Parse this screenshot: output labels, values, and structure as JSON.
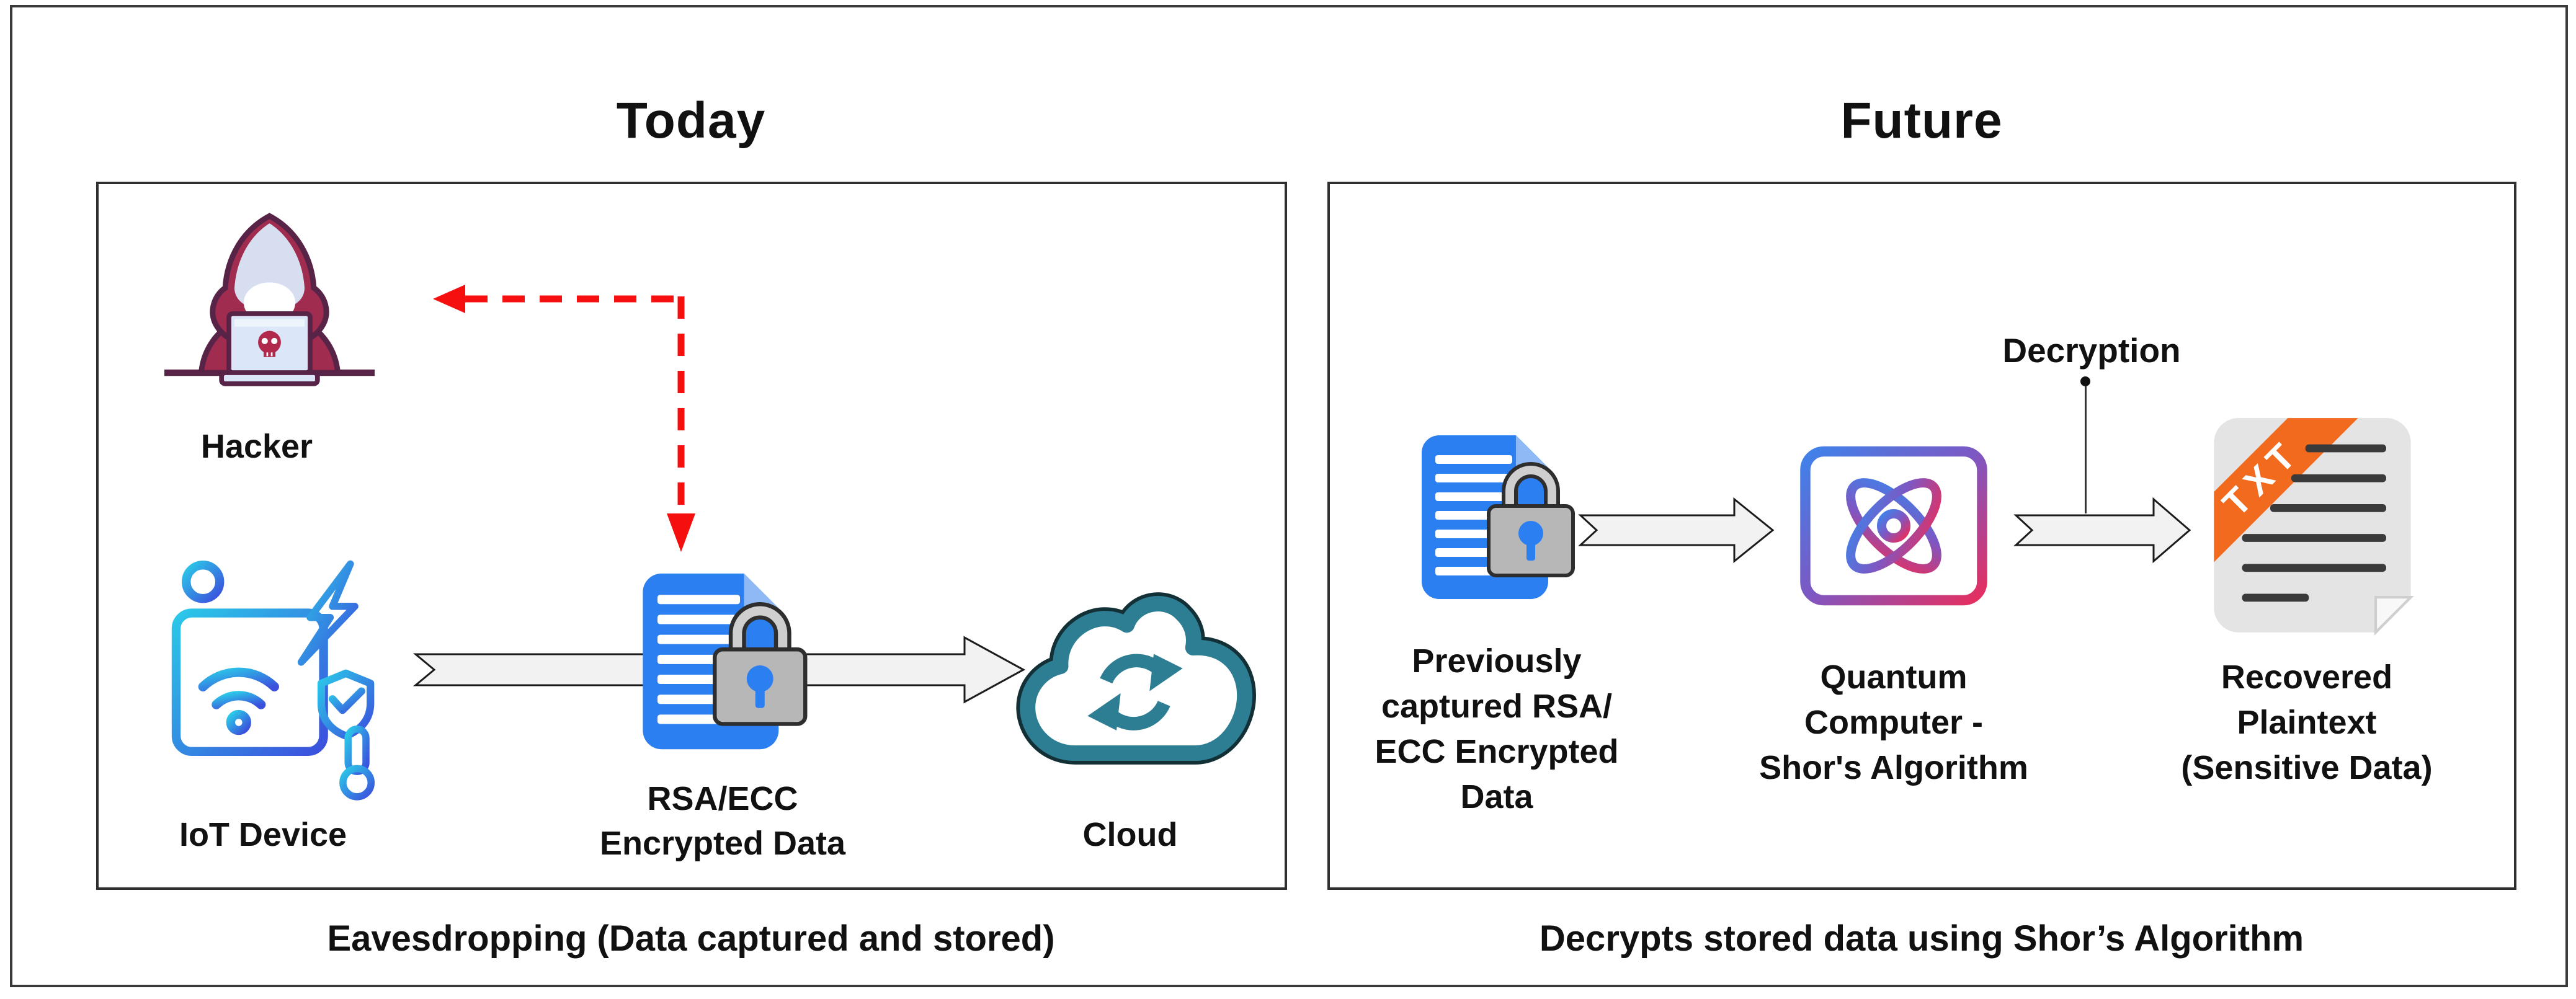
{
  "colors": {
    "background": "#ffffff",
    "frame_border": "#3a3a3a",
    "panel_border": "#2f2f2f",
    "text": "#111111",
    "red_arrow": "#f50f0f",
    "doc_blue": "#2b7ff0",
    "doc_fold_blue": "#8fb9f5",
    "lock_body_gray": "#b7b7b7",
    "lock_shackle_gray": "#cfcfcf",
    "cloud_teal": "#2d7e93",
    "iot_gradient_start": "#2bc8e8",
    "iot_gradient_end": "#3b50dd",
    "quantum_gradient_start": "#3f82ea",
    "quantum_gradient_mid": "#7e57c2",
    "quantum_gradient_end": "#e72e5e",
    "ribbon_orange": "#f26a1e",
    "hacker_crimson": "#a02c50",
    "hacker_outline": "#572447",
    "laptop_screen_blue": "#dbe7f8",
    "block_arrow_fill": "#f2f2f2",
    "plain_doc_gray": "#e4e4e4",
    "doc_text_line_dark": "#3a3a3a"
  },
  "left_panel": {
    "title": "Today",
    "caption": "Eavesdropping (Data captured and stored)",
    "hacker_label": "Hacker",
    "iot_label": "IoT Device",
    "encrypted_data_label_line1": "RSA/ECC",
    "encrypted_data_label_line2": "Encrypted Data",
    "cloud_label": "Cloud"
  },
  "right_panel": {
    "title": "Future",
    "caption": "Decrypts stored data using Shor’s Algorithm",
    "decryption_label": "Decryption",
    "captured_data_label_line1": "Previously",
    "captured_data_label_line2": "captured RSA/",
    "captured_data_label_line3": "ECC Encrypted",
    "captured_data_label_line4": "Data",
    "quantum_label_line1": "Quantum",
    "quantum_label_line2": "Computer -",
    "quantum_label_line3": "Shor's Algorithm",
    "recovered_label_line1": "Recovered",
    "recovered_label_line2": "Plaintext",
    "recovered_label_line3": "(Sensitive Data)",
    "txt_badge": "TXT"
  }
}
